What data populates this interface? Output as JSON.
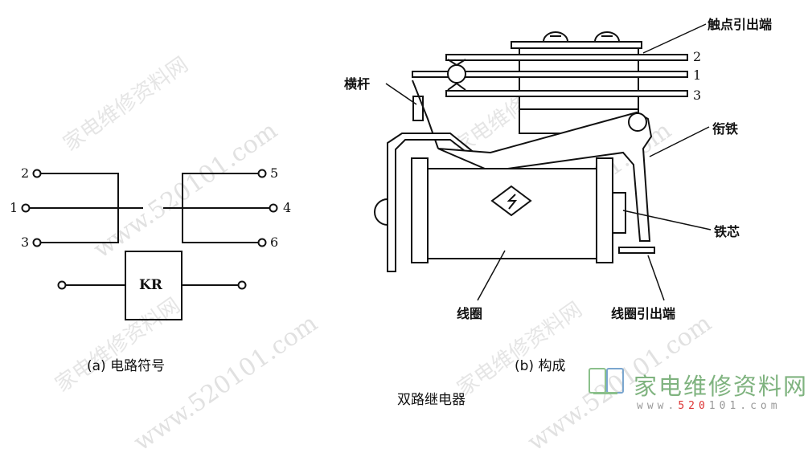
{
  "symbol": {
    "terminals": {
      "t1": "1",
      "t2": "2",
      "t3": "3",
      "t4": "4",
      "t5": "5",
      "t6": "6"
    },
    "coil_label": "KR",
    "caption": "(a) 电路符号"
  },
  "construction": {
    "labels": {
      "contact_terminals": "触点引出端",
      "crossbar": "横杆",
      "armature": "衔铁",
      "core": "铁芯",
      "coil": "线圈",
      "coil_terminals": "线圈引出端"
    },
    "contact_numbers": {
      "n2": "2",
      "n1": "1",
      "n3": "3"
    },
    "caption": "(b) 构成"
  },
  "figure_title": "双路继电器",
  "watermark": {
    "site": "家电维修资料网",
    "url_a": "www.520101.com",
    "logo_text": "家电维修资料网",
    "logo_url_pre": "www.",
    "logo_url_red": "520",
    "logo_url_post": "101.com"
  }
}
